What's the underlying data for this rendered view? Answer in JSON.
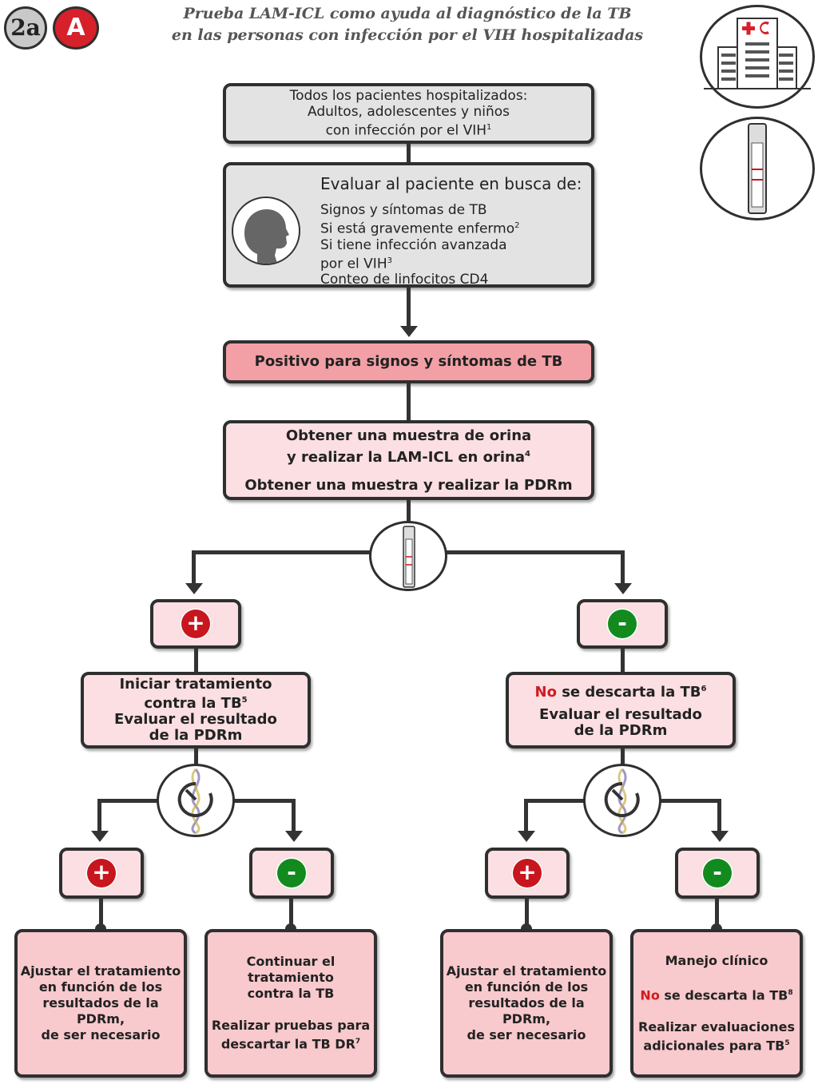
{
  "badges": {
    "number": "2a",
    "letter": "A"
  },
  "title": {
    "line1": "Prueba LAM-ICL como ayuda al diagnóstico de la TB",
    "line2": "en las personas con infección por el VIH hospitalizadas"
  },
  "icons": {
    "hospital": "hospital-building-icon",
    "test": "lateral-flow-test-icon",
    "patient": "patient-head-icon",
    "pcr": "molecular-test-icon"
  },
  "box_patients": {
    "line1": "Todos los pacientes hospitalizados:",
    "line2": "Adultos, adolescentes y niños",
    "line3": "con infección por el VIH",
    "sup": "1"
  },
  "box_evaluate": {
    "heading": "Evaluar al paciente en busca de:",
    "item1": "Signos y síntomas de TB",
    "item2": "Si está gravemente enfermo",
    "item2_sup": "2",
    "item3a": "Si tiene infección avanzada",
    "item3b": "por el VIH",
    "item3_sup": "3",
    "item4": "Conteo de linfocitos CD4"
  },
  "box_positive": {
    "label": "Positivo para signos y síntomas de TB"
  },
  "box_sample": {
    "line1": "Obtener una muestra de orina",
    "line2": "y realizar la LAM-ICL en orina",
    "line2_sup": "4",
    "line3": "Obtener una muestra y realizar la PDRm"
  },
  "signs": {
    "plus": "+",
    "minus": "-"
  },
  "left_result": {
    "line1": "Iniciar tratamiento",
    "line2": "contra la TB",
    "line2_sup": "5",
    "line3": "Evaluar el resultado",
    "line4": "de la PDRm"
  },
  "right_result": {
    "no": "No",
    "line1": " se descarta la TB",
    "line1_sup": "6",
    "line2": "Evaluar el resultado",
    "line3": "de la PDRm"
  },
  "outcome_1": {
    "line1": "Ajustar el tratamiento",
    "line2": "en función de los",
    "line3": "resultados de la PDRm,",
    "line4": "de ser necesario"
  },
  "outcome_2": {
    "line1": "Continuar el tratamiento",
    "line2": "contra la TB",
    "line3": "Realizar pruebas para",
    "line4": "descartar la TB DR",
    "line4_sup": "7"
  },
  "outcome_3": {
    "line1": "Ajustar el tratamiento",
    "line2": "en función de los",
    "line3": "resultados de la PDRm,",
    "line4": "de ser necesario"
  },
  "outcome_4": {
    "line1": "Manejo clínico",
    "no": "No",
    "line2": " se descarta la TB",
    "line2_sup": "8",
    "line3": "Realizar evaluaciones",
    "line4": "adicionales para TB",
    "line4_sup": "5"
  },
  "colors": {
    "red": "#c8161e",
    "green": "#138a1e",
    "pink": "#fbdfe2",
    "salmon": "#f2a0a6",
    "gray": "#e3e3e3"
  }
}
